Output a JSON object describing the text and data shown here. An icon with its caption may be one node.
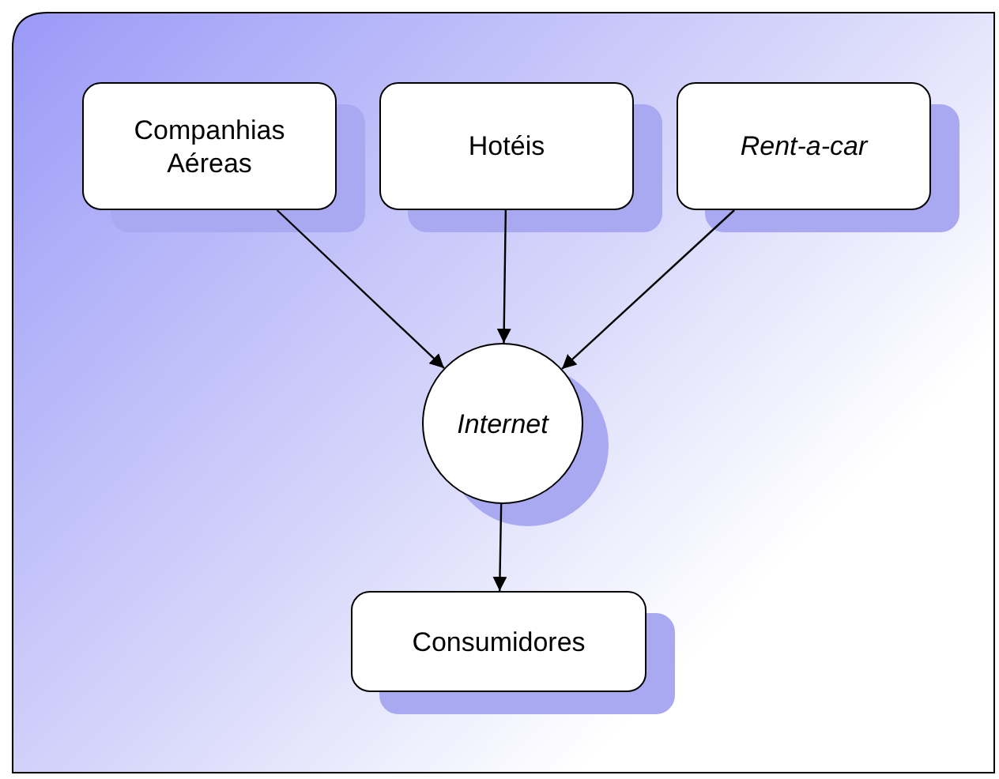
{
  "diagram": {
    "nodes": [
      {
        "text": [
          "Companhias Aéreas"
        ]
      },
      {
        "text": [
          "Hotéis"
        ]
      },
      {
        "text": [
          "Rent-a-car"
        ]
      },
      {
        "text": [
          "Internet"
        ]
      },
      {
        "text": [
          "Consumidores"
        ]
      }
    ],
    "edges": [
      {
        "from": 0,
        "to": 3,
        "arrow": "to"
      },
      {
        "from": 1,
        "to": 3,
        "arrow": "to"
      },
      {
        "from": 2,
        "to": 3,
        "arrow": "to"
      },
      {
        "from": 3,
        "to": 4,
        "arrow": "to"
      }
    ]
  }
}
